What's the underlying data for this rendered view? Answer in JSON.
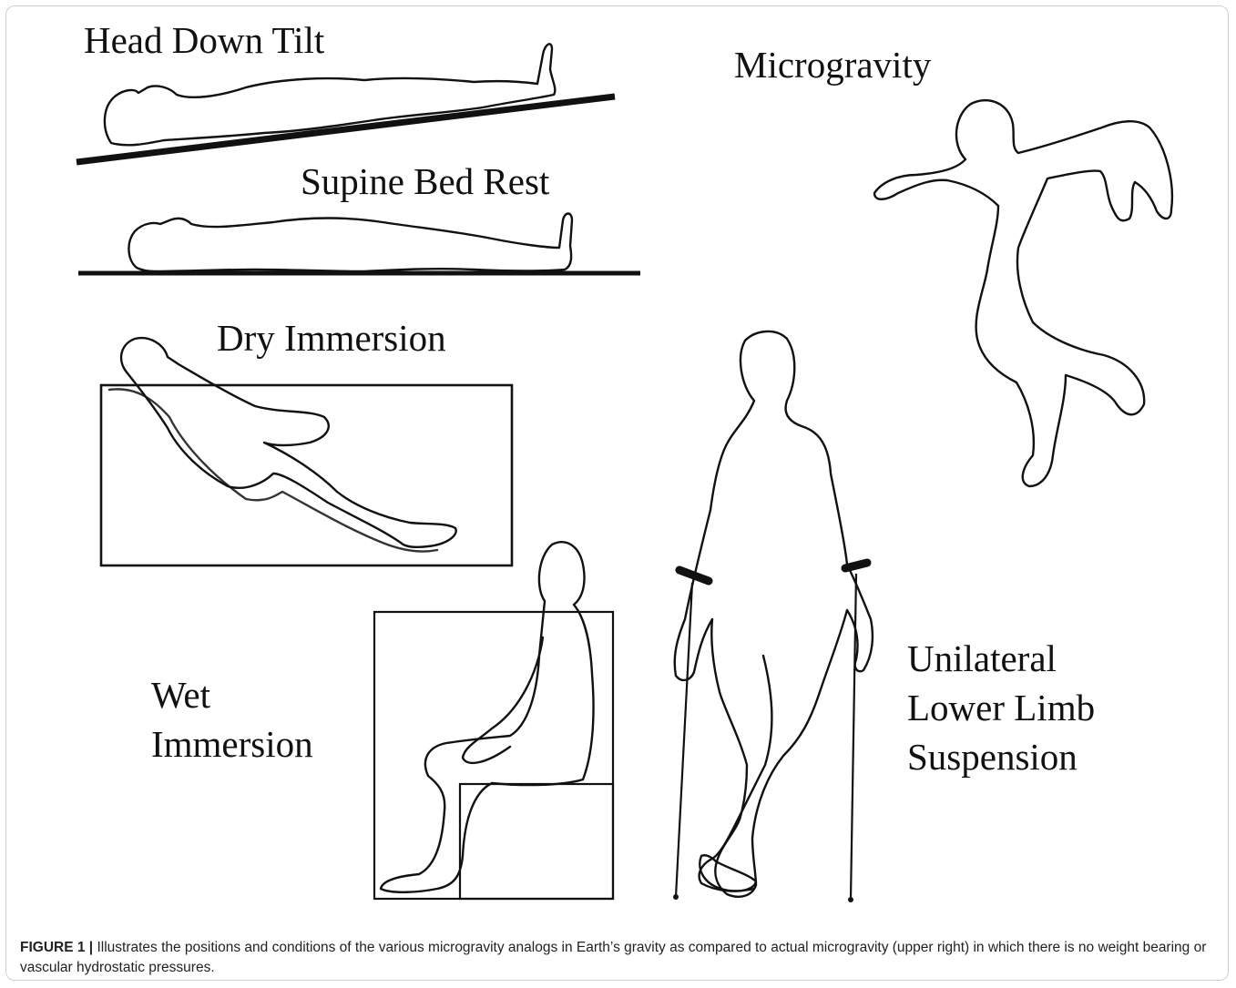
{
  "panels": {
    "head_down_tilt": "Head Down Tilt",
    "supine_bed_rest": "Supine Bed Rest",
    "dry_immersion": "Dry Immersion",
    "wet_immersion_line1": "Wet",
    "wet_immersion_line2": "Immersion",
    "microgravity": "Microgravity",
    "ulls_line1": "Unilateral",
    "ulls_line2": "Lower Limb",
    "ulls_line3": "Suspension"
  },
  "caption": {
    "label": "FIGURE 1 |",
    "text": " Illustrates the positions and conditions of the various microgravity analogs in Earth’s gravity as compared to actual microgravity (upper right) in which there is no weight bearing or vascular hydrostatic pressures."
  }
}
